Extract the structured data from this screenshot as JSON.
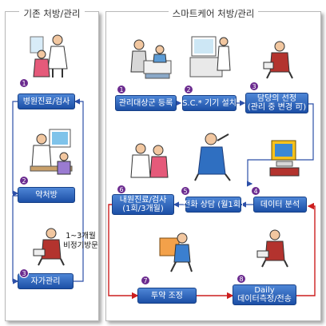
{
  "left_panel": {
    "title": "기존 처방/관리",
    "steps": [
      {
        "num": "1",
        "label": "병원진료/검사"
      },
      {
        "num": "2",
        "label": "약처방"
      },
      {
        "num": "3",
        "label": "자가관리"
      }
    ],
    "loop_note_1": "1~3개월",
    "loop_note_2": "비정기방문"
  },
  "right_panel": {
    "title": "스마트케어 처방/관리",
    "steps": [
      {
        "num": "1",
        "label": "관리대상군 등록"
      },
      {
        "num": "2",
        "label": "S.C.* 기기 설치"
      },
      {
        "num": "3",
        "label": "담당의 선정",
        "label2": "(관리 중 변경 可)"
      },
      {
        "num": "4",
        "label": "데이터 분석"
      },
      {
        "num": "5",
        "label": "전화 상담 (월1회)"
      },
      {
        "num": "6",
        "label": "내원진료/검사",
        "label2": "(1회/3개월)"
      },
      {
        "num": "7",
        "label": "투약 조정"
      },
      {
        "num": "8",
        "label": "Daily",
        "label2": "데이터측정/전송"
      }
    ]
  },
  "colors": {
    "box_top": "#4e86d6",
    "box_bottom": "#1c4fa6",
    "badge": "#6b2b8f",
    "blue_arrow": "#2c4fa8",
    "red_arrow": "#cc1e1e"
  },
  "icons": [
    "doctor-patient-clipart",
    "pharmacist-clipart",
    "blood-pressure-clipart",
    "reception-clipart",
    "equipment-install-clipart",
    "doctor-clipart",
    "computer-analysis-clipart",
    "phone-call-clipart",
    "medicine-carrier-clipart"
  ]
}
